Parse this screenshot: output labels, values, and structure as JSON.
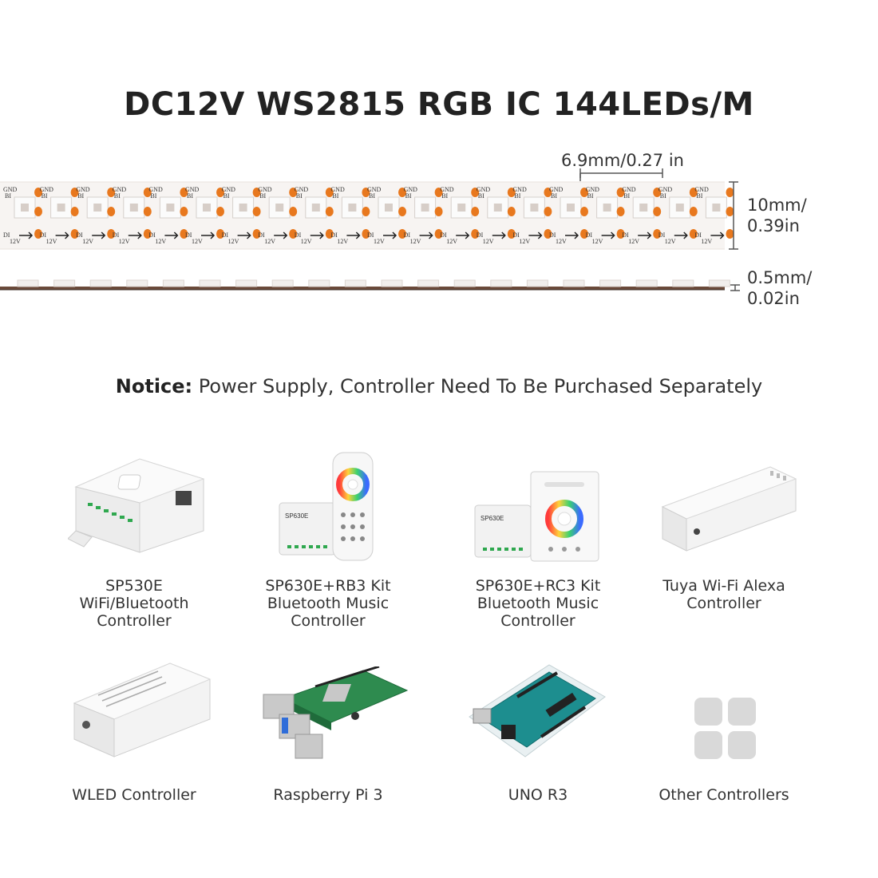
{
  "title": "DC12V WS2815 RGB IC 144LEDs/M",
  "dimensions": {
    "pitch": "6.9mm/0.27 in",
    "width_line1": "10mm/",
    "width_line2": "0.39in",
    "thickness_line1": "0.5mm/",
    "thickness_line2": "0.02in"
  },
  "strip": {
    "pad_labels": {
      "gnd": "GND",
      "bi": "BI",
      "di": "DI",
      "v12": "12V"
    },
    "led_color": "#e8781e",
    "strip_color": "#f7f4f2"
  },
  "notice": {
    "label": "Notice:",
    "text": " Power Supply, Controller Need To Be Purchased Separately"
  },
  "controllers": [
    {
      "id": "sp530e",
      "lines": [
        "SP530E",
        "WiFi/Bluetooth",
        "Controller"
      ],
      "icon": "controller-box-icon"
    },
    {
      "id": "sp630e-rb3",
      "lines": [
        "SP630E+RB3 Kit",
        "Bluetooth Music",
        "Controller"
      ],
      "icon": "remote-kit-icon"
    },
    {
      "id": "sp630e-rc3",
      "lines": [
        "SP630E+RC3 Kit",
        "Bluetooth Music",
        "Controller"
      ],
      "icon": "wall-panel-kit-icon"
    },
    {
      "id": "tuya",
      "lines": [
        "Tuya Wi-Fi Alexa",
        "Controller"
      ],
      "icon": "wifi-controller-icon"
    },
    {
      "id": "wled",
      "lines": [
        "WLED Controller"
      ],
      "icon": "wled-box-icon"
    },
    {
      "id": "raspberry-pi",
      "lines": [
        "Raspberry Pi 3"
      ],
      "icon": "raspberry-pi-board-icon"
    },
    {
      "id": "uno-r3",
      "lines": [
        "UNO R3"
      ],
      "icon": "arduino-board-icon"
    },
    {
      "id": "other",
      "lines": [
        "Other Controllers"
      ],
      "icon": "grid-four-icon"
    }
  ]
}
